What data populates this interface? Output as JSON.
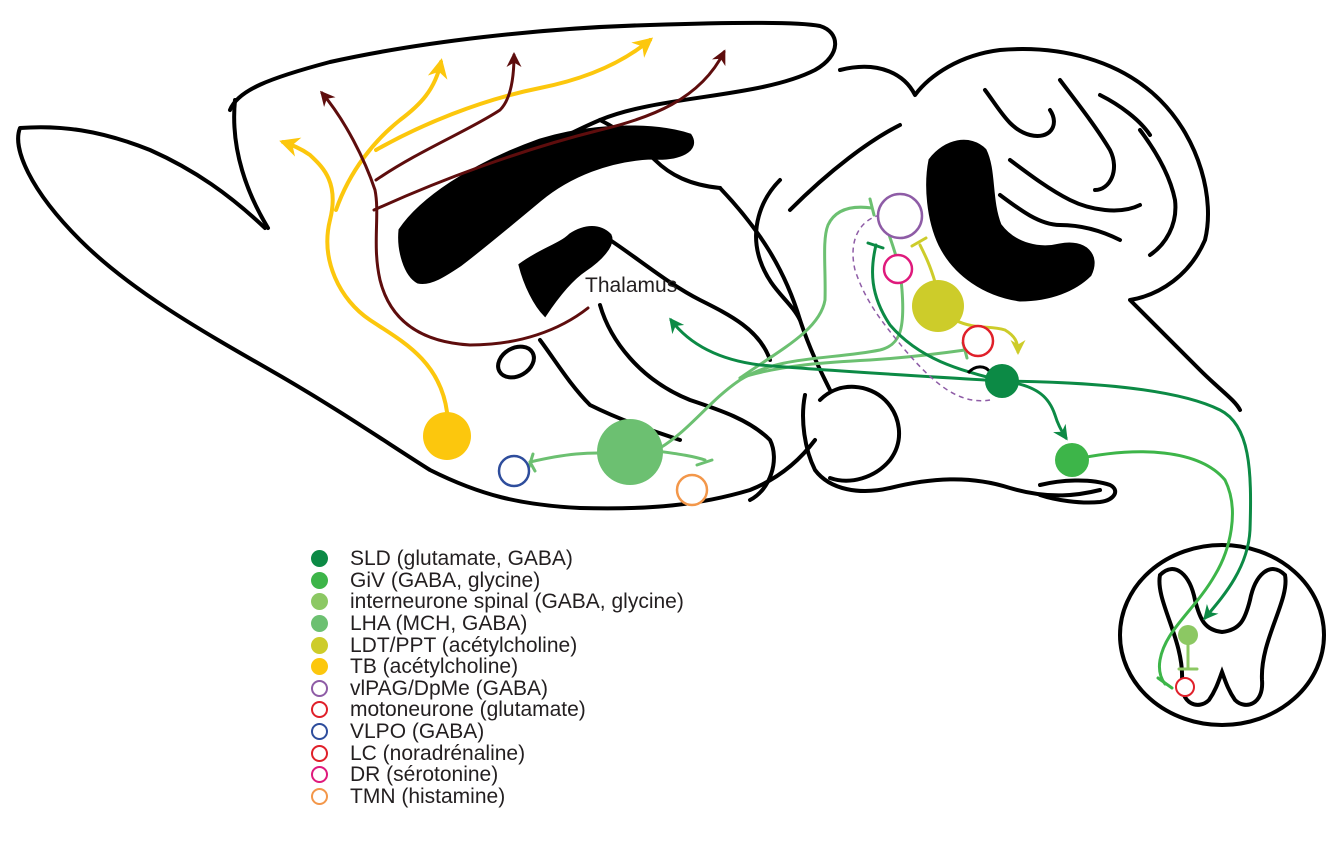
{
  "labels": {
    "thalamus": "Thalamus"
  },
  "colors": {
    "SLD": "#0c8a45",
    "GiV": "#3db549",
    "interneurone": "#8cc863",
    "LHA": "#6cc071",
    "LDT_PPT": "#cdcc2a",
    "TB": "#fcc70d",
    "vlPAG": "#8e5ca6",
    "motoneurone": "#e0202a",
    "VLPO": "#2e4d9c",
    "LC": "#e0202a",
    "DR": "#df1a7c",
    "TMN": "#f3974a",
    "cortex_path_dark": "#5e0d0d",
    "outline": "#000000"
  },
  "legend": [
    {
      "label": "SLD (glutamate, GABA)",
      "color": "#0c8a45",
      "filled": true
    },
    {
      "label": "GiV (GABA, glycine)",
      "color": "#3db549",
      "filled": true
    },
    {
      "label": "interneurone spinal (GABA, glycine)",
      "color": "#8cc863",
      "filled": true
    },
    {
      "label": "LHA (MCH, GABA)",
      "color": "#6cc071",
      "filled": true
    },
    {
      "label": "LDT/PPT (acétylcholine)",
      "color": "#cdcc2a",
      "filled": true
    },
    {
      "label": "TB (acétylcholine)",
      "color": "#fcc70d",
      "filled": true
    },
    {
      "label": "vlPAG/DpMe (GABA)",
      "color": "#8e5ca6",
      "filled": false
    },
    {
      "label": "motoneurone (glutamate)",
      "color": "#e0202a",
      "filled": false
    },
    {
      "label": "VLPO (GABA)",
      "color": "#2e4d9c",
      "filled": false
    },
    {
      "label": "LC (noradrénaline)",
      "color": "#e0202a",
      "filled": false
    },
    {
      "label": "DR (sérotonine)",
      "color": "#df1a7c",
      "filled": false
    },
    {
      "label": "TMN (histamine)",
      "color": "#f3974a",
      "filled": false
    }
  ]
}
